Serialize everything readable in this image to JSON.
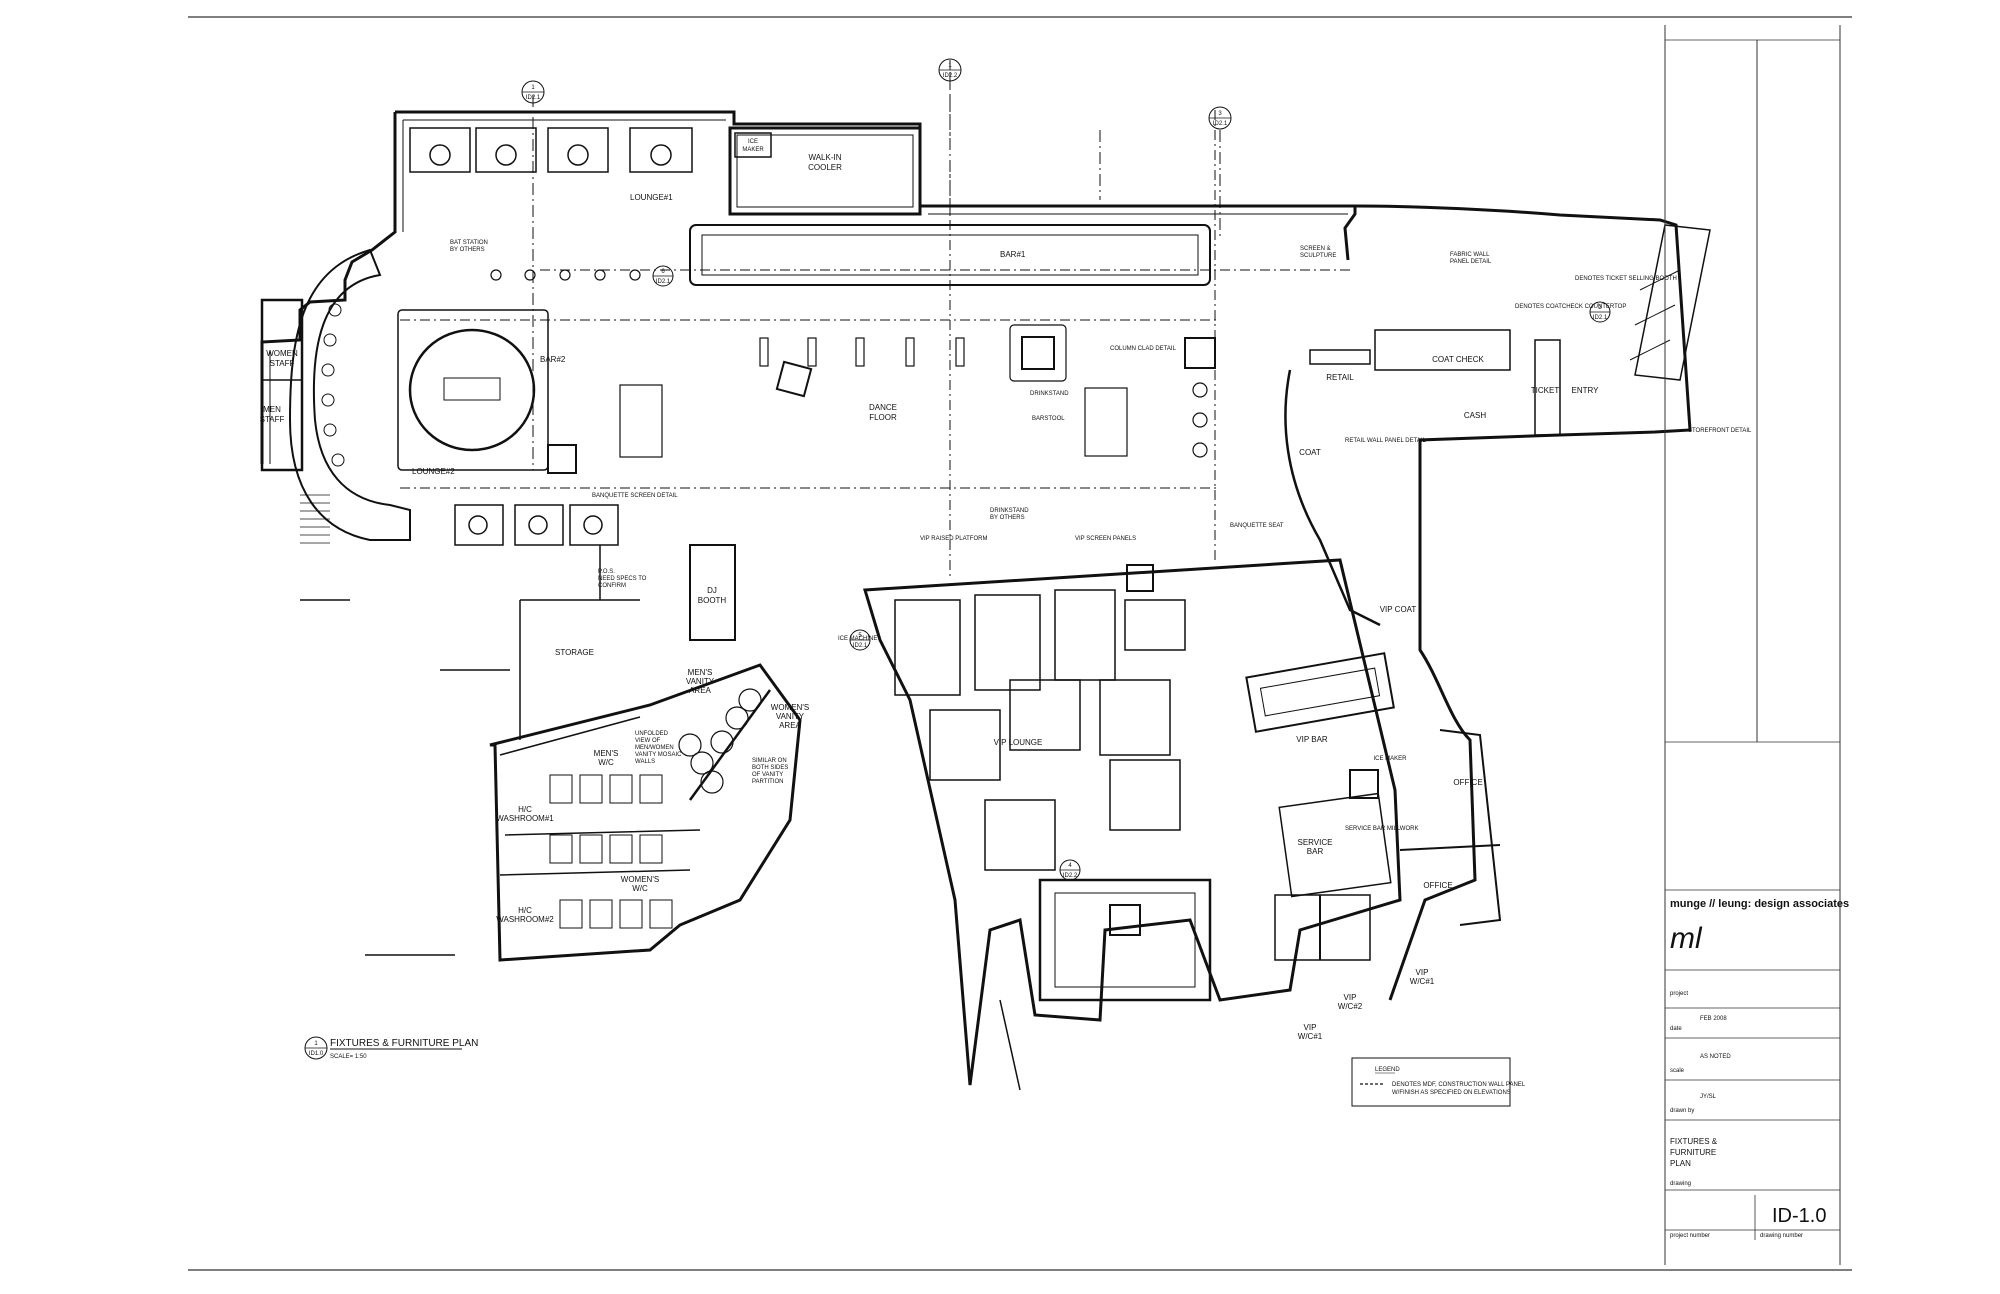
{
  "rooms": {
    "lounge1": "LOUNGE#1",
    "lounge2": "LOUNGE#2",
    "bar1": "BAR#1",
    "bar2": "BAR#2",
    "dance_floor_1": "DANCE",
    "dance_floor_2": "FLOOR",
    "walk_in_1": "WALK-IN",
    "walk_in_2": "COOLER",
    "ice_maker_1": "ICE",
    "ice_maker_2": "MAKER",
    "women_staff_1": "WOMEN",
    "women_staff_2": "STAFF",
    "men_staff_1": "MEN",
    "men_staff_2": "STAFF",
    "storage": "STORAGE",
    "dj_booth_1": "DJ",
    "dj_booth_2": "BOOTH",
    "mens_vanity_1": "MEN'S",
    "mens_vanity_2": "VANITY",
    "mens_vanity_3": "AREA",
    "womens_vanity_1": "WOMEN'S",
    "womens_vanity_2": "VANITY",
    "womens_vanity_3": "AREA",
    "mens_wc_1": "MEN'S",
    "mens_wc_2": "W/C",
    "womens_wc_1": "WOMEN'S",
    "womens_wc_2": "W/C",
    "hc_washroom1_1": "H/C",
    "hc_washroom1_2": "WASHROOM#1",
    "hc_washroom2_1": "H/C",
    "hc_washroom2_2": "WASHROOM#2",
    "vip_lounge": "VIP LOUNGE",
    "vip_bar": "VIP BAR",
    "vip_coat": "VIP COAT",
    "ice_maker_vip": "ICE MAKER",
    "service_bar_1": "SERVICE",
    "service_bar_2": "BAR",
    "office_1": "OFFICE",
    "office_2": "OFFICE",
    "vip_wc1_1": "VIP",
    "vip_wc1_2": "W/C#1",
    "vip_wc2_1": "VIP",
    "vip_wc2_2": "W/C#2",
    "vip_wc3_1": "VIP",
    "vip_wc3_2": "W/C#1",
    "coat_check": "COAT CHECK",
    "coat": "COAT",
    "retail": "RETAIL",
    "cash": "CASH",
    "ticket": "TICKET",
    "entry": "ENTRY"
  },
  "notes": {
    "banquette_seat": "BANQUETTE SEAT",
    "drinkstand": "DRINKSTAND",
    "barstool": "BARSTOOL",
    "pos_1": "P.O.S.",
    "pos_2": "NEED SPECS TO",
    "pos_3": "CONFIRM",
    "bat_station_1": "BAT STATION",
    "bat_station_2": "BY OTHERS",
    "screen_sculpture_1": "SCREEN &",
    "screen_sculpture_2": "SCULPTURE",
    "drinkstand_2": "DRINKSTAND",
    "by_others": "BY OTHERS",
    "ice_machine": "ICE MACHINE",
    "column_clad": "COLUMN CLAD DETAIL",
    "banquette_screen": "BANQUETTE SCREEN DETAIL",
    "vip_raised_platform": "VIP RAISED PLATFORM",
    "vip_screen_panels": "VIP SCREEN PANELS",
    "fabric_wall_1": "FABRIC WALL",
    "fabric_wall_2": "PANEL DETAIL",
    "denotes_ticket": "DENOTES TICKET SELLING BOOTH",
    "denotes_coatcheck": "DENOTES COATCHECK COUNTERTOP",
    "retail_wall": "RETAIL WALL PANEL DETAIL",
    "storefront_detail": "STOREFRONT DETAIL",
    "unfolded_view_1": "UNFOLDED",
    "unfolded_view_2": "VIEW OF",
    "unfolded_view_3": "MEN/WOMEN",
    "unfolded_view_4": "VANITY MOSAIC",
    "unfolded_view_5": "WALLS",
    "similar_1": "SIMILAR ON",
    "similar_2": "BOTH SIDES",
    "similar_3": "OF VANITY",
    "similar_4": "PARTITION",
    "service_bar_millwork": "SERVICE BAR MILLWORK"
  },
  "plan_title": {
    "number": "1",
    "sheet": "ID1.0",
    "title": "FIXTURES & FURNITURE PLAN",
    "scale": "SCALE= 1:50"
  },
  "legend": {
    "heading": "LEGEND",
    "line1": "DENOTES MDF, CONSTRUCTION WALL PANEL",
    "line2": "W/FINISH AS SPECIFIED ON ELEVATIONS"
  },
  "title_block": {
    "firm": "munge // leung: design associates",
    "logo": "ml",
    "date": "FEB 2008",
    "scale": "AS NOTED",
    "drawn_by": "JY/SL",
    "drawing_title_1": "FIXTURES &",
    "drawing_title_2": "FURNITURE",
    "drawing_title_3": "PLAN",
    "drawing_number": "ID-1.0",
    "field_project": "project",
    "field_date": "date",
    "field_scale": "scale",
    "field_drawn": "drawn by",
    "field_drawing": "drawing",
    "field_project_no": "project number",
    "field_drawing_no": "drawing number"
  },
  "markers": {
    "m1": "1",
    "m2": "ID2.1",
    "m3": "2",
    "m4": "ID2.1",
    "m5": "3",
    "m6": "ID2.1",
    "m7": "5",
    "m8": "ID2.1",
    "m9": "4",
    "m10": "ID2.2",
    "m11": "1",
    "m12": "ID2.2",
    "m13": "6",
    "m14": "ID2.1"
  }
}
